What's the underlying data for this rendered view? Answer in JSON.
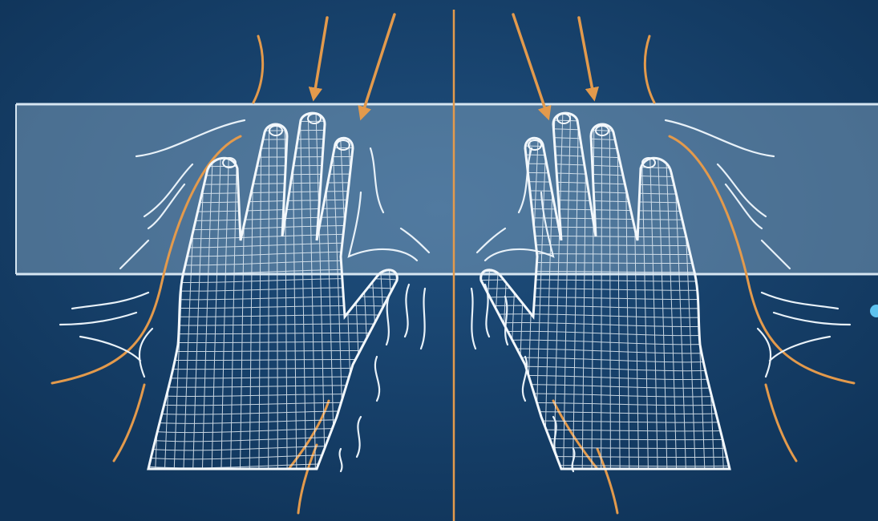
{
  "illustration": {
    "subject": "two-wireframe-hands-pressing-against-glass-panel",
    "icon_names": [
      "left-hand-icon",
      "right-hand-icon",
      "pressure-arrow-icon",
      "center-divider-line",
      "glass-panel"
    ]
  },
  "colors": {
    "background": "#123a63",
    "background_light": "#1c4a78",
    "panel_fill": "#8fb0c9",
    "panel_edge": "#d6e6f2",
    "wireframe": "#e8f1f8",
    "accent_orange": "#e39a4c",
    "dot_accent": "#5ec2ee"
  }
}
